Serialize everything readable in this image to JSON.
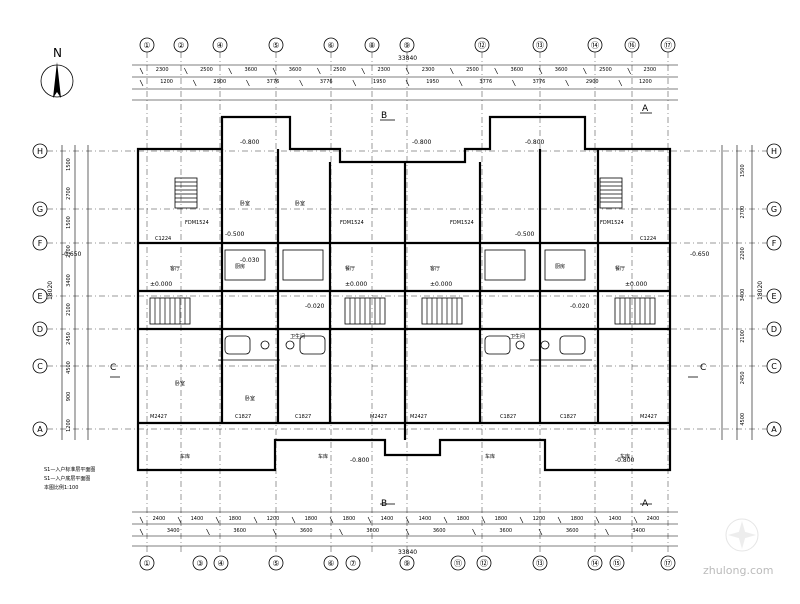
{
  "north_label": "N",
  "axes_top": [
    "①",
    "②",
    "④",
    "⑤",
    "⑥",
    "⑧",
    "⑨",
    "⑫",
    "⑬",
    "⑭",
    "⑯",
    "⑰"
  ],
  "axes_bottom": [
    "①",
    "③",
    "④",
    "⑤",
    "⑥",
    "⑦",
    "⑨",
    "⑪",
    "⑫",
    "⑬",
    "⑭",
    "⑮",
    "⑰"
  ],
  "axes_left": [
    "H",
    "G",
    "F",
    "E",
    "D",
    "C",
    "A"
  ],
  "axes_right": [
    "H",
    "G",
    "F",
    "E",
    "D",
    "C",
    "A"
  ],
  "total_dims": {
    "top": "33840",
    "bottom": "33840",
    "left": "18020",
    "right": "18020"
  },
  "top_dims_row1": [
    "2300",
    "2500",
    "3600",
    "3600",
    "2500",
    "2300",
    "2300",
    "2500",
    "3600",
    "3600",
    "2500",
    "2300"
  ],
  "top_dims_row2": [
    "1200",
    "2900",
    "3776",
    "3776",
    "1950",
    "1950",
    "3776",
    "3776",
    "2900",
    "1200"
  ],
  "bottom_dims_row1": [
    "2400",
    "1400",
    "1800",
    "1200",
    "1800",
    "1800",
    "1400",
    "1400",
    "1800",
    "1800",
    "1200",
    "1800",
    "1400",
    "2400"
  ],
  "bottom_dims_row2": [
    "3400",
    "3600",
    "3600",
    "3600",
    "3600",
    "3600",
    "3600",
    "3400"
  ],
  "left_dims": [
    "1500",
    "2700",
    "1500",
    "2200",
    "3400",
    "2100",
    "2450",
    "4500",
    "900",
    "1200"
  ],
  "right_dims": [
    "1500",
    "2700",
    "2200",
    "3400",
    "2100",
    "2450",
    "4500"
  ],
  "section_marks": [
    "A",
    "B",
    "C",
    "B",
    "A",
    "C"
  ],
  "elevations": [
    "-0.650",
    "-0.650",
    "-0.800",
    "-0.800",
    "-0.800",
    "-0.800",
    "±0.000",
    "±0.000",
    "±0.000",
    "±0.000",
    "-0.500",
    "-0.500",
    "-0.020",
    "-0.020",
    "-0.030",
    "-0.800"
  ],
  "room_labels": [
    "卧室",
    "卧室",
    "客厅",
    "厨房",
    "餐厅",
    "卫生间",
    "卧室",
    "卧室",
    "客厅",
    "厨房",
    "餐厅",
    "卫生间",
    "车库",
    "车库",
    "车库",
    "车库"
  ],
  "door_tags": [
    "M2427",
    "M2427",
    "M2427",
    "M2427",
    "C1827",
    "C1827",
    "C1827",
    "C1827",
    "C1224",
    "C1224",
    "FDM1524",
    "FDM1524",
    "FDM1524",
    "FDM1524"
  ],
  "notes": [
    "S1—入户标准层平面图",
    "S1—入户底层平面图",
    "本图比例1:100"
  ],
  "watermark": "zhulong.com"
}
